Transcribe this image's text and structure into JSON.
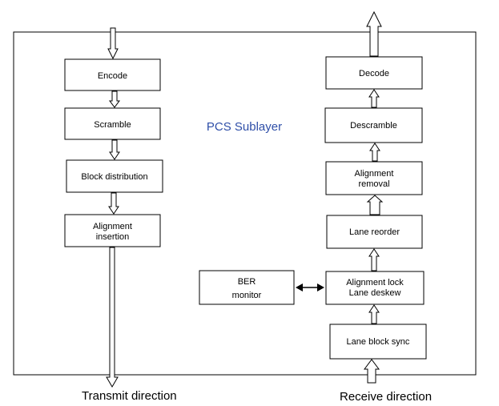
{
  "title": "PCS Sublayer",
  "transmit_label": "Transmit direction",
  "receive_label": "Receive direction",
  "transmit_blocks": [
    {
      "lines": [
        "Encode"
      ]
    },
    {
      "lines": [
        "Scramble"
      ]
    },
    {
      "lines": [
        "Block distribution"
      ]
    },
    {
      "lines": [
        "Alignment",
        "insertion"
      ]
    }
  ],
  "receive_blocks": [
    {
      "lines": [
        "Decode"
      ]
    },
    {
      "lines": [
        "Descramble"
      ]
    },
    {
      "lines": [
        "Alignment",
        "removal"
      ]
    },
    {
      "lines": [
        "Lane reorder"
      ]
    },
    {
      "lines": [
        "Alignment lock",
        "Lane deskew"
      ]
    },
    {
      "lines": [
        "Lane block sync"
      ]
    }
  ],
  "monitor_block": {
    "lines": [
      "BER",
      "monitor"
    ]
  },
  "colors": {
    "title": "#2f4fa8",
    "stroke": "#000000",
    "fill": "#ffffff"
  }
}
